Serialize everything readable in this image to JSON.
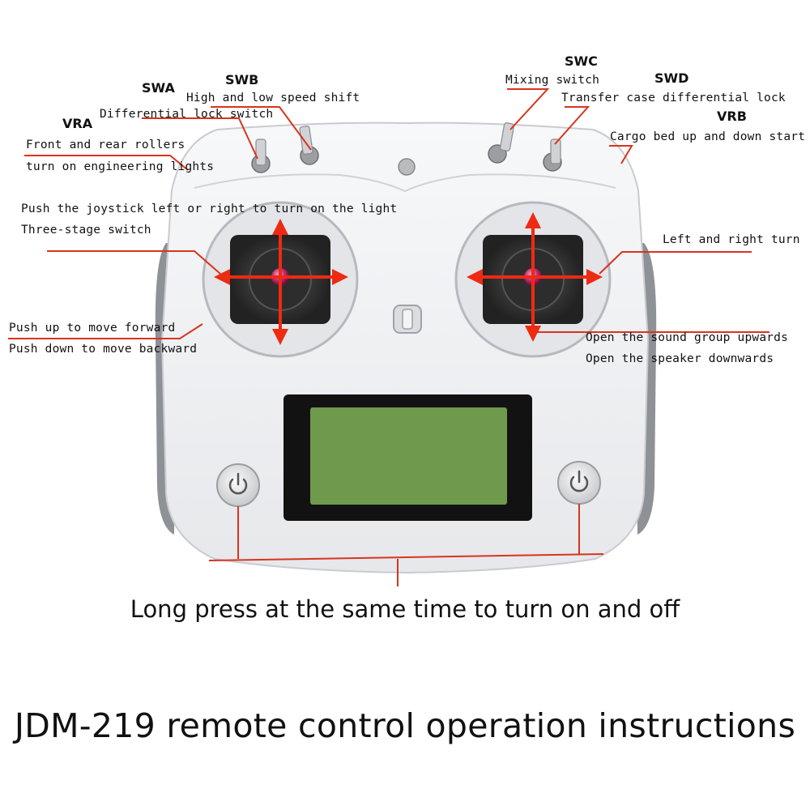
{
  "title": "JDM-219 remote control operation instructions",
  "bottom_note": "Long press at the same time to turn on and off",
  "switch_codes": {
    "swa": "SWA",
    "swb": "SWB",
    "swc": "SWC",
    "swd": "SWD",
    "vra": "VRA",
    "vrb": "VRB"
  },
  "labels": {
    "differential_lock_switch": "Differential lock switch",
    "speed_shift": "High and low speed shift",
    "rollers_line1": "Front and rear rollers",
    "rollers_line2": "turn on engineering lights",
    "mixing_switch": "Mixing switch",
    "transfer_case_lock": "Transfer case differential lock",
    "cargo_bed": "Cargo bed up and down start",
    "push_joystick_light": "Push the joystick left or right to turn on the light",
    "three_stage": "Three-stage switch",
    "left_right_turn": "Left and right turn",
    "push_up_forward": "Push up to move forward",
    "push_down_backward": "Push down to move backward",
    "sound_group_up": "Open the sound group upwards",
    "speaker_down": "Open the speaker downwards"
  },
  "colors": {
    "arrow": "#ee2a12",
    "leader_line": "#d8341e",
    "body": "#f1f2f4",
    "body_edge": "#c8cbd0",
    "grip": "#8e9196",
    "lcd": "#6f9a4c",
    "lcd_frame": "#121212"
  },
  "icons": [
    "power-icon",
    "power-icon"
  ]
}
